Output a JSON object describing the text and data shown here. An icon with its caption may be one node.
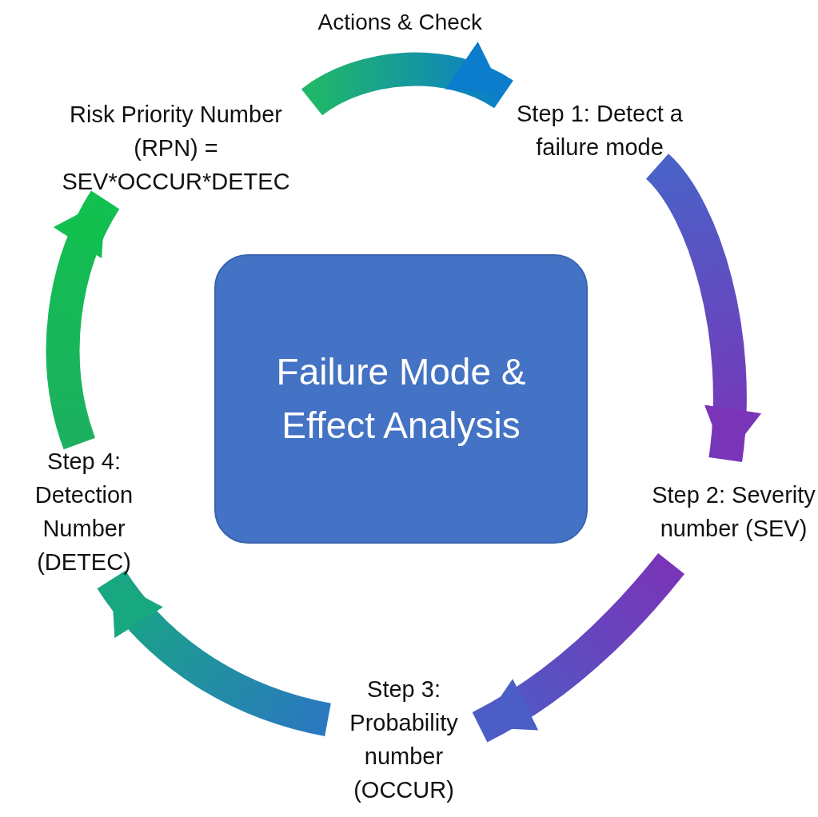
{
  "diagram": {
    "nodes": [
      {
        "text": [
          "Failure Mode & Effect Analysis"
        ]
      },
      {
        "text": [
          "Step 1: Detect a failure mode"
        ]
      },
      {
        "text": [
          "Step 2: Severity number (SEV)"
        ]
      },
      {
        "text": [
          "Step 3: Probability number (OCCUR)"
        ]
      },
      {
        "text": [
          "Step 4: Detection Number (DETEC)"
        ]
      },
      {
        "text": [
          "Risk Priority Number (RPN) = SEV*OCCUR*DETEC"
        ]
      }
    ],
    "edges": [
      {
        "from": 1,
        "to": 2,
        "arrow": "to",
        "style": "thick"
      },
      {
        "from": 2,
        "to": 3,
        "arrow": "to",
        "style": "thick"
      },
      {
        "from": 3,
        "to": 4,
        "arrow": "to",
        "style": "thick"
      },
      {
        "from": 4,
        "to": 5,
        "arrow": "to",
        "style": "thick"
      },
      {
        "from": 5,
        "to": 1,
        "arrow": "to",
        "style": "thick",
        "label": "Actions & Check"
      }
    ]
  }
}
